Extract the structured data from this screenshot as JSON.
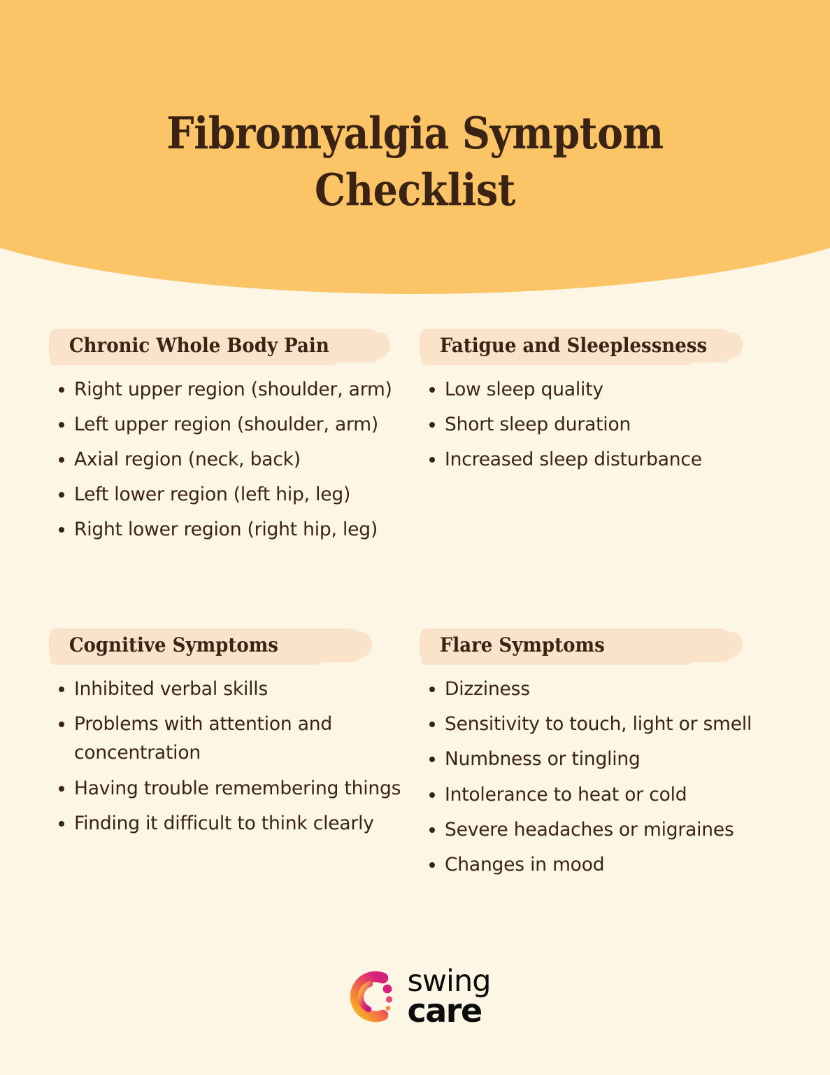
{
  "page": {
    "title": "Fibromyalgia Symptom Checklist",
    "title_line1": "Fibromyalgia Symptom",
    "title_line2": "Checklist",
    "background_color": "#FDF6E4",
    "header_color": "#FBC467",
    "highlight_color": "#FAE2CB",
    "text_color": "#3B2314"
  },
  "sections": [
    {
      "id": "chronic-whole-body-pain",
      "heading": "Chronic Whole Body Pain",
      "items": [
        "Right upper region (shoulder, arm)",
        "Left upper region (shoulder, arm)",
        "Axial region (neck, back)",
        "Left lower region (left hip, leg)",
        "Right lower region (right hip, leg)"
      ]
    },
    {
      "id": "fatigue-and-sleeplessness",
      "heading": "Fatigue and Sleeplessness",
      "items": [
        "Low sleep quality",
        "Short sleep duration",
        "Increased sleep disturbance"
      ]
    },
    {
      "id": "cognitive-symptoms",
      "heading": "Cognitive Symptoms",
      "items": [
        "Inhibited verbal skills",
        "Problems with attention and concentration",
        "Having trouble remembering things",
        "Finding it difficult to think clearly"
      ]
    },
    {
      "id": "flare-symptoms",
      "heading": "Flare Symptoms",
      "items": [
        "Dizziness",
        "Sensitivity to touch, light or smell",
        "Numbness or tingling",
        "Intolerance to heat or cold",
        "Severe headaches or migraines",
        "Changes in mood"
      ]
    }
  ],
  "footer": {
    "logo_mark_name": "swing-care-c-mark",
    "brand_line1": "swing",
    "brand_line2": "care",
    "logo_gradient_from": "#F59B3C",
    "logo_gradient_to": "#D6217C"
  }
}
